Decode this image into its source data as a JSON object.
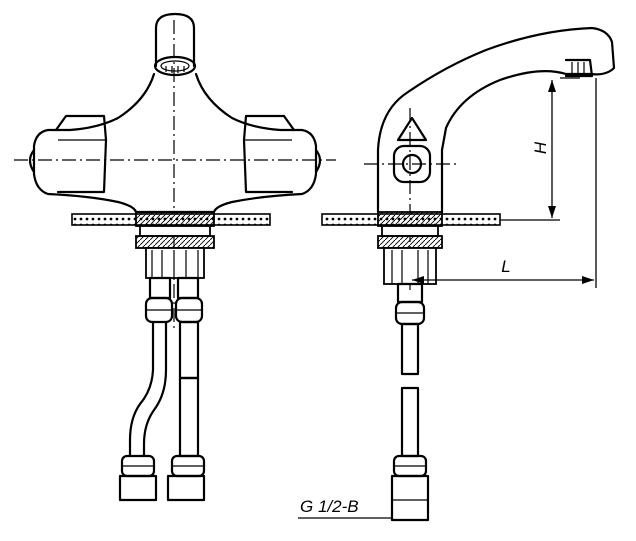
{
  "dimensions": {
    "height_label": "H",
    "length_label": "L"
  },
  "thread_spec": "G 1/2-B"
}
